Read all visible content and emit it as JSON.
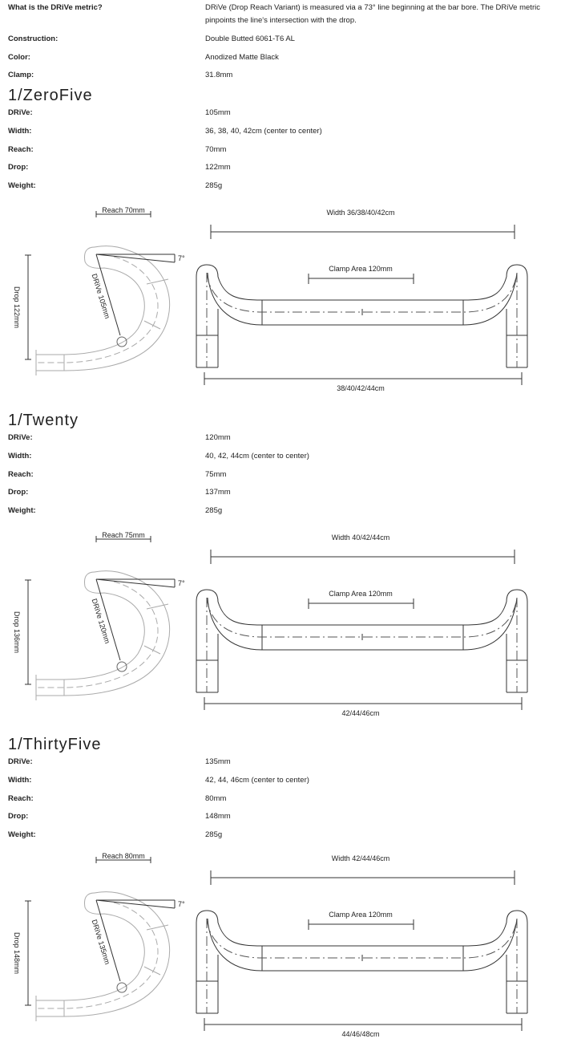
{
  "general": [
    {
      "label": "What is the DRiVe metric?",
      "value": "DRiVe (Drop Reach Variant) is measured via a 73° line beginning at the bar bore. The DRiVe metric pinpoints the line's intersection with the drop."
    },
    {
      "label": "Construction:",
      "value": "Double Butted 6061-T6 AL"
    },
    {
      "label": "Color:",
      "value": "Anodized Matte Black"
    },
    {
      "label": "Clamp:",
      "value": "31.8mm"
    }
  ],
  "models": [
    {
      "name": "1/ZeroFive",
      "specs": [
        {
          "label": "DRiVe:",
          "value": "105mm"
        },
        {
          "label": "Width:",
          "value": "36, 38, 40, 42cm (center to center)"
        },
        {
          "label": "Reach:",
          "value": "70mm"
        },
        {
          "label": "Drop:",
          "value": "122mm"
        },
        {
          "label": "Weight:",
          "value": "285g"
        }
      ],
      "diagram": {
        "reach": "Reach 70mm",
        "drop": "Drop 122mm",
        "drive": "DRiVe 105mm",
        "angle": "7°",
        "width": "Width 36/38/40/42cm",
        "clamp": "Clamp Area 120mm",
        "outer": "38/40/42/44cm"
      }
    },
    {
      "name": "1/Twenty",
      "specs": [
        {
          "label": "DRiVe:",
          "value": "120mm"
        },
        {
          "label": "Width:",
          "value": "40, 42, 44cm (center to center)"
        },
        {
          "label": "Reach:",
          "value": "75mm"
        },
        {
          "label": "Drop:",
          "value": "137mm"
        },
        {
          "label": "Weight:",
          "value": "285g"
        }
      ],
      "diagram": {
        "reach": "Reach 75mm",
        "drop": "Drop 136mm",
        "drive": "DRiVe 120mm",
        "angle": "7°",
        "width": "Width 40/42/44cm",
        "clamp": "Clamp Area 120mm",
        "outer": "42/44/46cm"
      }
    },
    {
      "name": "1/ThirtyFive",
      "specs": [
        {
          "label": "DRiVe:",
          "value": "135mm"
        },
        {
          "label": "Width:",
          "value": "42, 44, 46cm (center to center)"
        },
        {
          "label": "Reach:",
          "value": "80mm"
        },
        {
          "label": "Drop:",
          "value": "148mm"
        },
        {
          "label": "Weight:",
          "value": "285g"
        }
      ],
      "diagram": {
        "reach": "Reach 80mm",
        "drop": "Drop 148mm",
        "drive": "DRiVe 135mm",
        "angle": "7°",
        "width": "Width 42/44/46cm",
        "clamp": "Clamp Area 120mm",
        "outer": "44/46/48cm"
      }
    }
  ]
}
